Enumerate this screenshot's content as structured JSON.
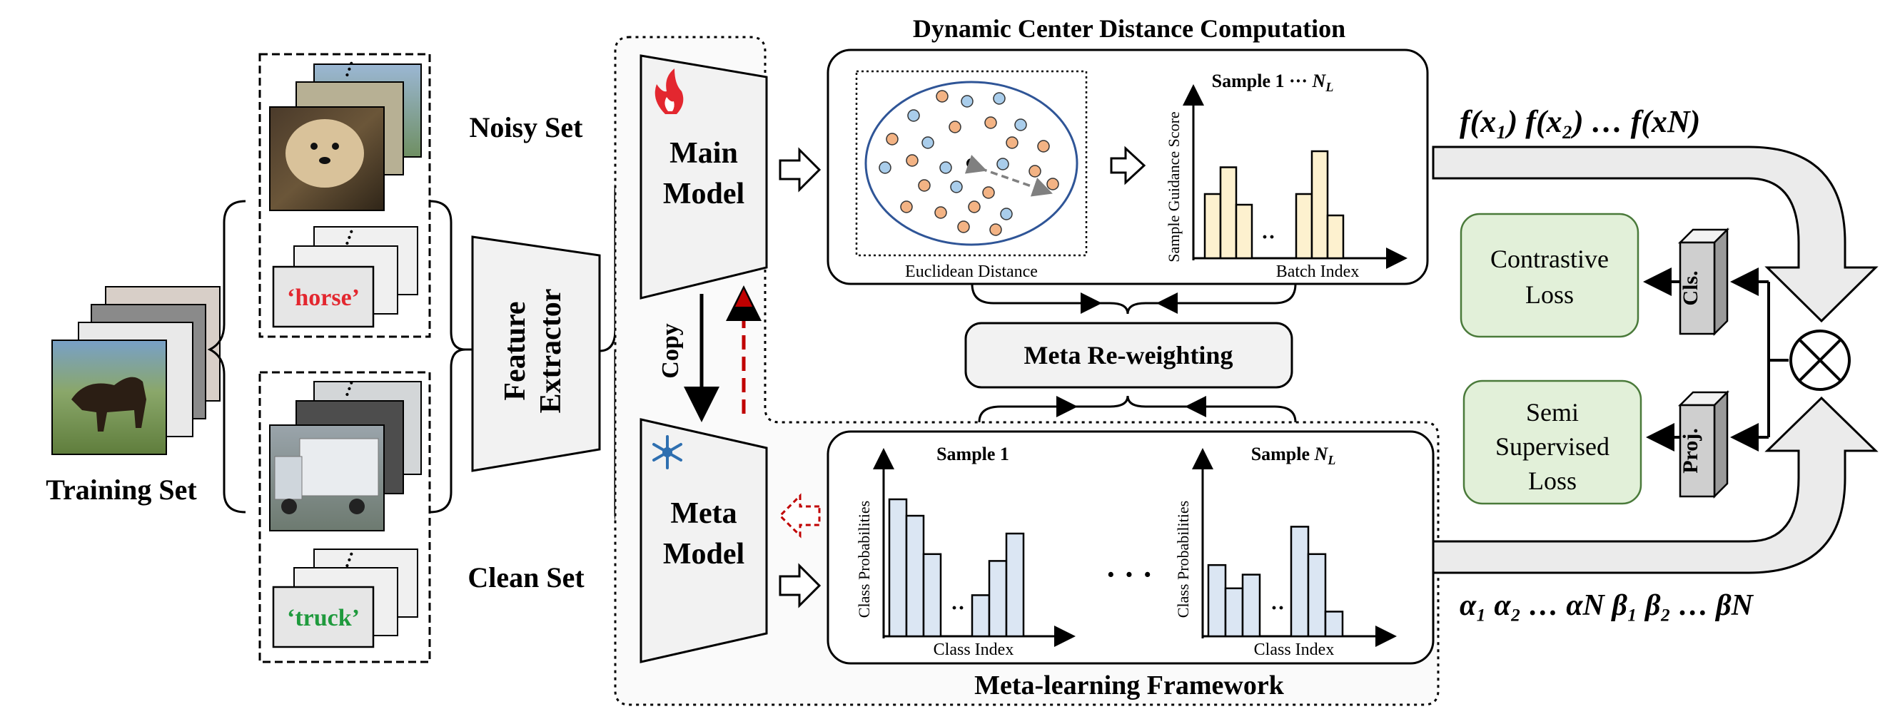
{
  "labels": {
    "training_set": "Training Set",
    "noisy_set": "Noisy Set",
    "clean_set": "Clean Set",
    "horse_label": "‘horse’",
    "truck_label": "‘truck’",
    "feature_extractor_line1": "Feature",
    "feature_extractor_line2": "Extractor",
    "main_model_line1": "Main",
    "main_model_line2": "Model",
    "meta_model_line1": "Meta",
    "meta_model_line2": "Model",
    "copy": "Copy",
    "dynamic_center_title": "Dynamic Center Distance Computation",
    "euclidean_distance": "Euclidean Distance",
    "sample_range_title": "Sample 1 ··· ",
    "sample_range_sub": "L",
    "sample_guidance_score": "Sample Guidance Score",
    "batch_index": "Batch Index",
    "meta_reweighting": "Meta Re-weighting",
    "meta_learning_framework": "Meta-learning Framework",
    "sample_1": "Sample 1",
    "sample_nl_prefix": "Sample ",
    "class_probabilities": "Class Probabilities",
    "class_index": "Class Index",
    "contrastive_line1": "Contrastive",
    "contrastive_line2": "Loss",
    "semi_line1": "Semi",
    "semi_line2": "Supervised",
    "semi_line3": "Loss",
    "cls": "Cls.",
    "proj": "Proj.",
    "f_sequence": "f(x₁) f(x₂) … f(xN)",
    "alpha_beta_sequence": "α₁ α₂ … αN   β₁ β₂ … βN",
    "dots_small": "··",
    "dots_big": "· · ·"
  },
  "chart_data": [
    {
      "type": "bar",
      "title": "Sample 1 ··· N_L",
      "xlabel": "Batch Index",
      "ylabel": "Sample Guidance Score",
      "groups": [
        [
          0.6,
          0.85,
          0.5
        ],
        [
          0.6,
          1.0,
          0.4
        ]
      ]
    },
    {
      "type": "bar",
      "title": "Sample 1",
      "xlabel": "Class Index",
      "ylabel": "Class Probabilities",
      "groups": [
        [
          1.0,
          0.88,
          0.6
        ],
        [
          0.3,
          0.55,
          0.75
        ]
      ]
    },
    {
      "type": "bar",
      "title": "Sample N_L",
      "xlabel": "Class Index",
      "ylabel": "Class Probabilities",
      "groups": [
        [
          0.52,
          0.35,
          0.45
        ],
        [
          0.8,
          0.6,
          0.18
        ]
      ]
    }
  ],
  "colors": {
    "score_bar_fill": "#fdf1cf",
    "prob_bar_fill": "#dbe6f3",
    "loss_box_fill": "#e2f0d9",
    "loss_box_stroke": "#4a7a3a",
    "scatter_orange": "#f3b384",
    "scatter_blue": "#a9cdeb",
    "red_label": "#e3272f",
    "green_label": "#1f9a3d",
    "dashed_red": "#c00000"
  }
}
